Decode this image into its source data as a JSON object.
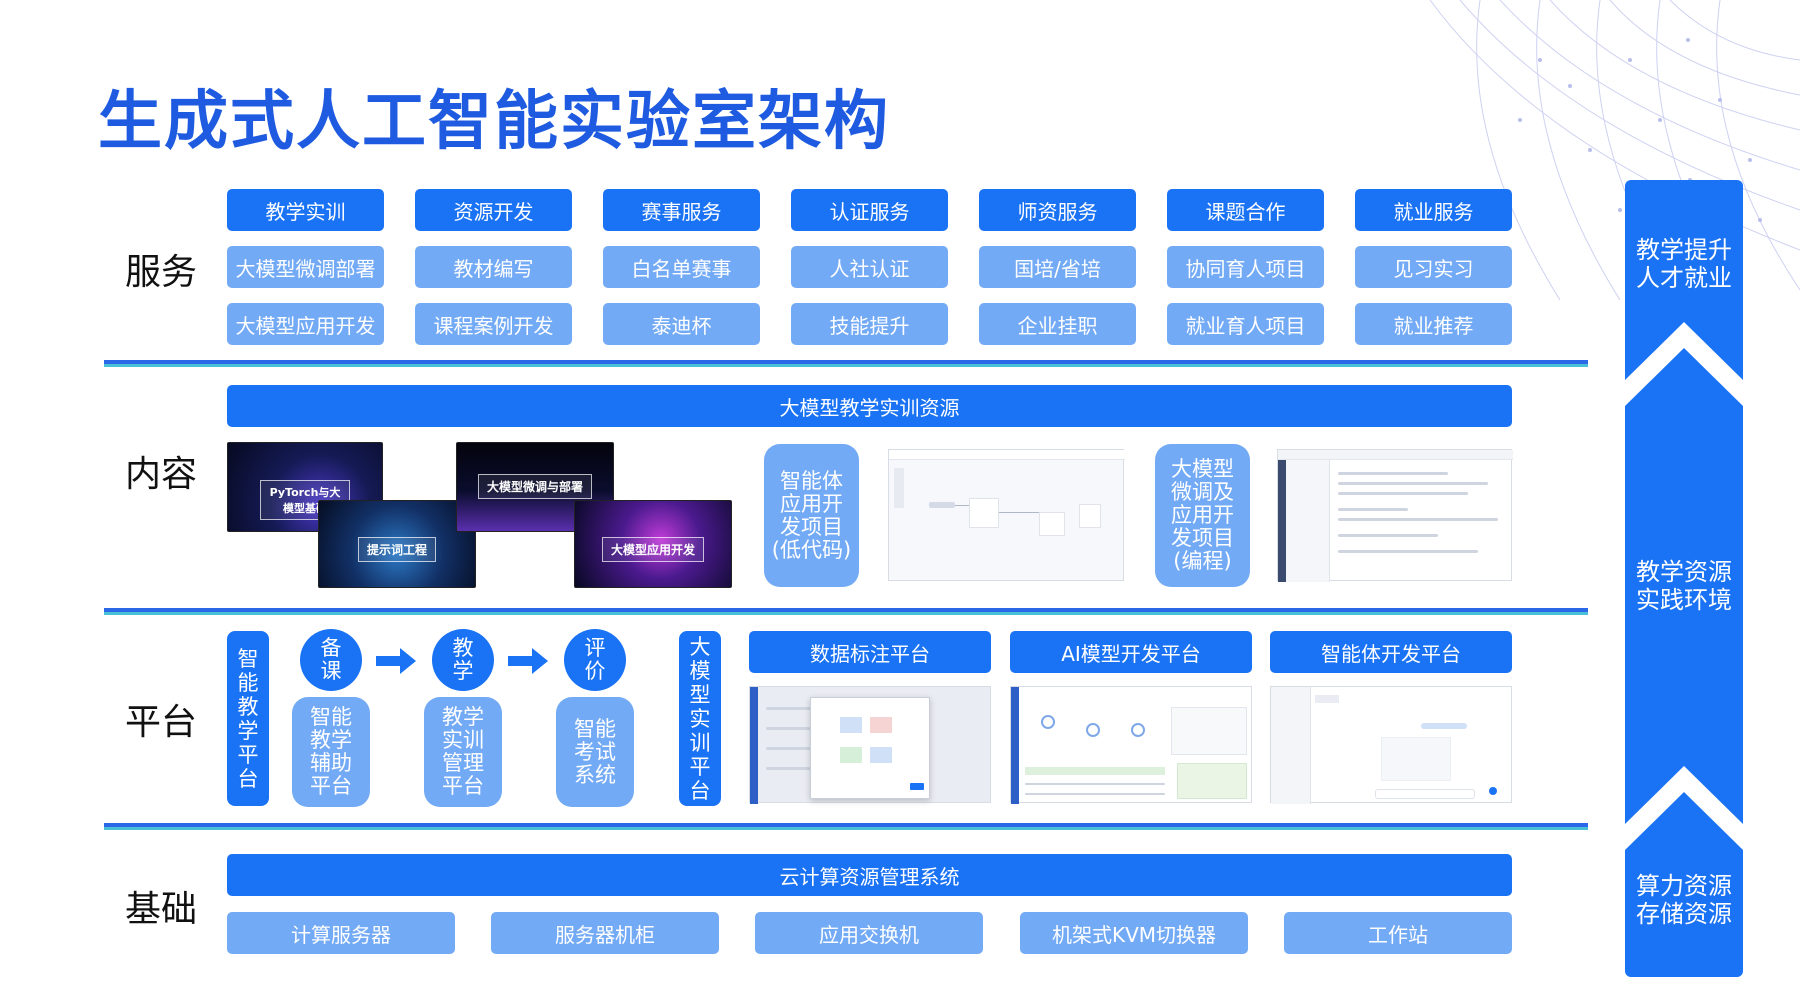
{
  "title": "生成式人工智能实验室架构",
  "rows": {
    "service": "服务",
    "content": "内容",
    "platform": "平台",
    "foundation": "基础"
  },
  "services": [
    {
      "head": "教学实训",
      "items": [
        "大模型微调部署",
        "大模型应用开发"
      ]
    },
    {
      "head": "资源开发",
      "items": [
        "教材编写",
        "课程案例开发"
      ]
    },
    {
      "head": "赛事服务",
      "items": [
        "白名单赛事",
        "泰迪杯"
      ]
    },
    {
      "head": "认证服务",
      "items": [
        "人社认证",
        "技能提升"
      ]
    },
    {
      "head": "师资服务",
      "items": [
        "国培/省培",
        "企业挂职"
      ]
    },
    {
      "head": "课题合作",
      "items": [
        "协同育人项目",
        "就业育人项目"
      ]
    },
    {
      "head": "就业服务",
      "items": [
        "见习实习",
        "就业推荐"
      ]
    }
  ],
  "content": {
    "banner": "大模型教学实训资源",
    "courses": [
      "PyTorch与大模型基础",
      "提示词工程",
      "大模型微调与部署",
      "大模型应用开发"
    ],
    "pill_lowcode": "智能体应用开发项目(低代码)",
    "pill_code": "大模型微调及应用开发项目(编程)"
  },
  "platform": {
    "left_bar": "智能教学平台",
    "steps": [
      "备课",
      "教学",
      "评价"
    ],
    "subs": [
      "智能教学辅助平台",
      "教学实训管理平台",
      "智能考试系统"
    ],
    "model_bar": "大模型实训平台",
    "platforms": [
      "数据标注平台",
      "AI模型开发平台",
      "智能体开发平台"
    ]
  },
  "foundation": {
    "banner": "云计算资源管理系统",
    "items": [
      "计算服务器",
      "服务器机柜",
      "应用交换机",
      "机架式KVM切换器",
      "工作站"
    ]
  },
  "right": {
    "top": "教学提升人才就业",
    "top_lines": [
      "教学提升",
      "人才就业"
    ],
    "mid_lines": [
      "教学资源",
      "实践环境"
    ],
    "bottom_lines": [
      "算力资源",
      "存储资源"
    ]
  },
  "colors": {
    "title": "#1f5be0",
    "primary": "#1a73f4",
    "secondary": "#73aaf5"
  }
}
